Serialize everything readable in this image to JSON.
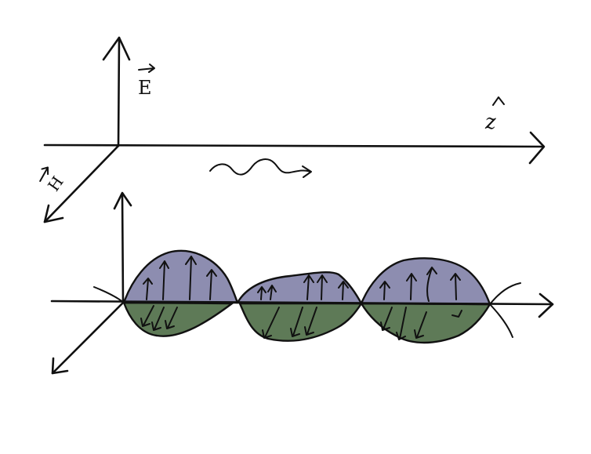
{
  "labels": {
    "e_field": "E",
    "h_field": "H",
    "z_axis": "z"
  },
  "colors": {
    "e_lobe_fill": "#8d8db0",
    "h_lobe_fill": "#5e7a57",
    "ink": "#111111",
    "background": "#ffffff"
  },
  "icons": {
    "vector_arrow": "vector-arrow-icon",
    "unit_hat": "caret-hat-icon",
    "propagation": "wavy-arrow-icon"
  }
}
